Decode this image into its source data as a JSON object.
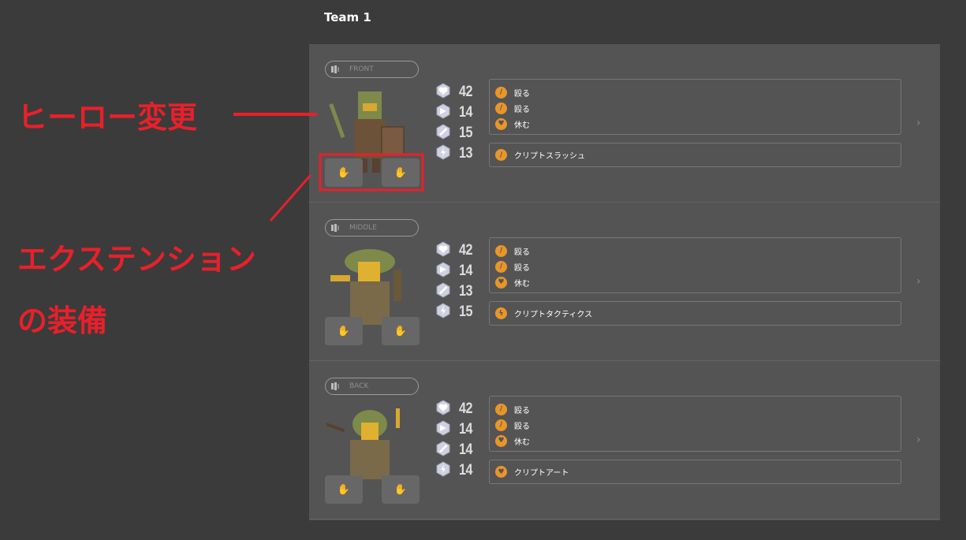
{
  "title": "Team 1",
  "annotations": {
    "hero_change": "ヒーロー変更",
    "extension_line1": "エクステンション",
    "extension_line2": "の装備"
  },
  "colors": {
    "accent": "#e8962a",
    "annotation": "#e8202a"
  },
  "rows": [
    {
      "position": "FRONT",
      "stats": {
        "hp": "42",
        "speed": "14",
        "attack": "15",
        "skill": "13"
      },
      "actions": [
        {
          "icon": "sword",
          "label": "殴る"
        },
        {
          "icon": "sword",
          "label": "殴る"
        },
        {
          "icon": "heart",
          "label": "休む"
        }
      ],
      "skill": {
        "icon": "sword",
        "label": "クリプトスラッシュ"
      }
    },
    {
      "position": "MIDDLE",
      "stats": {
        "hp": "42",
        "speed": "14",
        "attack": "13",
        "skill": "15"
      },
      "actions": [
        {
          "icon": "sword",
          "label": "殴る"
        },
        {
          "icon": "sword",
          "label": "殴る"
        },
        {
          "icon": "heart",
          "label": "休む"
        }
      ],
      "skill": {
        "icon": "bolt",
        "label": "クリプトタクティクス"
      }
    },
    {
      "position": "BACK",
      "stats": {
        "hp": "42",
        "speed": "14",
        "attack": "14",
        "skill": "14"
      },
      "actions": [
        {
          "icon": "sword",
          "label": "殴る"
        },
        {
          "icon": "sword",
          "label": "殴る"
        },
        {
          "icon": "heart",
          "label": "休む"
        }
      ],
      "skill": {
        "icon": "heart",
        "label": "クリプトアート"
      }
    }
  ]
}
